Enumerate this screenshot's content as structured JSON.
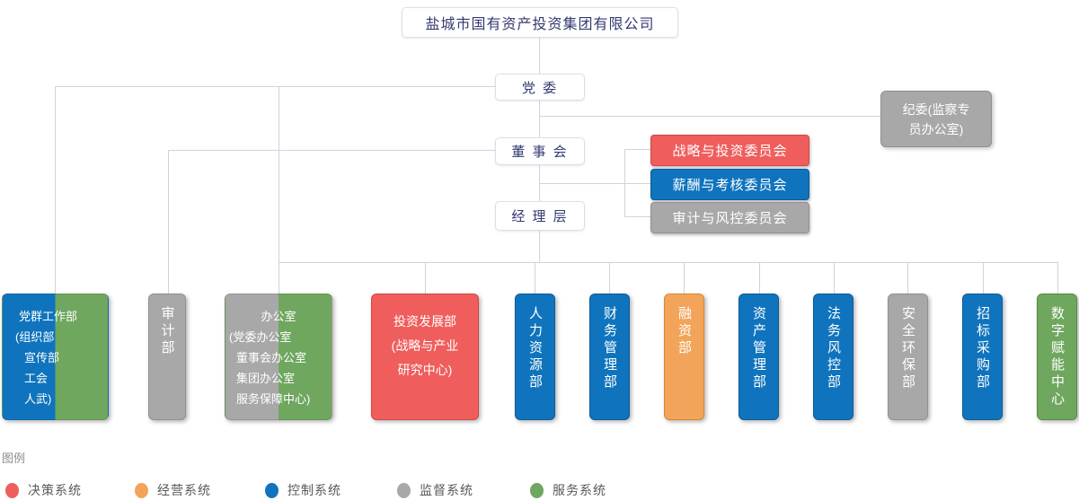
{
  "colors": {
    "red": "#ef5e5c",
    "redB": "#cf4846",
    "blue": "#0f74bd",
    "blueB": "#0b5b98",
    "gray": "#a8a8a8",
    "grayB": "#909090",
    "orange": "#f2a45a",
    "orangeB": "#d8862f",
    "green": "#6fa75f",
    "greenB": "#538c42",
    "line": "#ccd5dd",
    "navyText": "#333a70",
    "legendTitle": "#8c8c8c",
    "legendLabel": "#595959"
  },
  "root": {
    "title": "盐城市国有资产投资集团有限公司"
  },
  "levels": {
    "party": "党 委",
    "board": "董 事 会",
    "management": "经 理 层"
  },
  "discipline": {
    "lines": [
      "纪委(监察专",
      "员办公室)"
    ]
  },
  "committees": [
    {
      "label": "战略与投资委员会",
      "system": "决策系统"
    },
    {
      "label": "薪酬与考核委员会",
      "system": "控制系统"
    },
    {
      "label": "审计与风控委员会",
      "system": "监督系统"
    }
  ],
  "departments": [
    {
      "lines": [
        "党群工作部",
        "(组织部",
        "宣传部",
        "工会",
        "人武)"
      ],
      "systems": "控制系统/服务系统"
    },
    {
      "text": "审计部",
      "systems": "监督系统"
    },
    {
      "lines": [
        "办公室",
        "(党委办公室",
        "董事会办公室",
        "集团办公室",
        "服务保障中心)"
      ],
      "systems": "监督系统/服务系统"
    },
    {
      "lines": [
        "投资发展部",
        "(战略与产业",
        "研究中心)"
      ],
      "systems": "决策系统"
    },
    {
      "text": "人力资源部",
      "systems": "控制系统"
    },
    {
      "text": "财务管理部",
      "systems": "控制系统"
    },
    {
      "text": "融资部",
      "systems": "经营系统"
    },
    {
      "text": "资产管理部",
      "systems": "控制系统"
    },
    {
      "text": "法务风控部",
      "systems": "控制系统"
    },
    {
      "text": "安全环保部",
      "systems": "监督系统"
    },
    {
      "text": "招标采购部",
      "systems": "控制系统"
    },
    {
      "text": "数字赋能中心",
      "systems": "服务系统"
    }
  ],
  "legend": {
    "title": "图例",
    "items": [
      {
        "label": "决策系统",
        "color": "red"
      },
      {
        "label": "经营系统",
        "color": "orange"
      },
      {
        "label": "控制系统",
        "color": "blue"
      },
      {
        "label": "监督系统",
        "color": "gray"
      },
      {
        "label": "服务系统",
        "color": "green"
      }
    ]
  }
}
